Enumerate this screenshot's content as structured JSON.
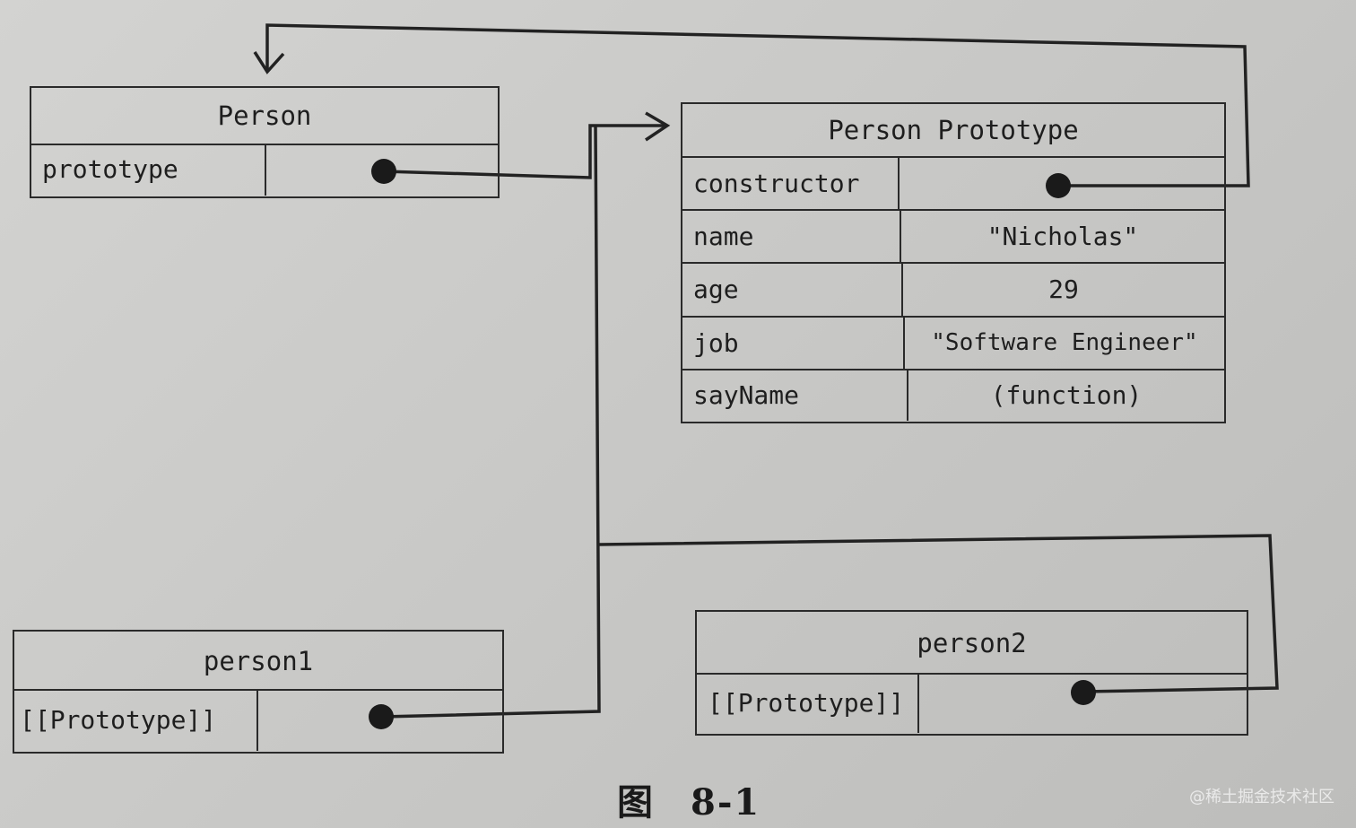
{
  "person": {
    "title": "Person",
    "prop_key": "prototype"
  },
  "proto": {
    "title": "Person Prototype",
    "rows": [
      {
        "key": "constructor",
        "value": ""
      },
      {
        "key": "name",
        "value": "\"Nicholas\""
      },
      {
        "key": "age",
        "value": "29"
      },
      {
        "key": "job",
        "value": "\"Software Engineer\""
      },
      {
        "key": "sayName",
        "value": "(function)"
      }
    ]
  },
  "person1": {
    "title": "person1",
    "prop_key": "[[Prototype]]"
  },
  "person2": {
    "title": "person2",
    "prop_key": "[[Prototype]]"
  },
  "caption": {
    "char": "图",
    "num": "8-1"
  },
  "watermark": "@稀土掘金技术社区",
  "colors": {
    "line": "#2a2a2a",
    "background": "#cccccb"
  }
}
